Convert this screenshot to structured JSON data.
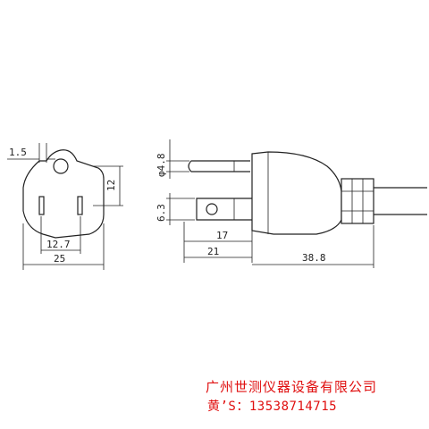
{
  "dimensions": {
    "front_flange_width": "1.5",
    "front_height": "12",
    "front_pin_spacing": "12.7",
    "front_width": "25",
    "side_round_pin": "φ4.8",
    "side_flat_pin": "6.3",
    "side_pin_length_short": "17",
    "side_pin_length_long": "21",
    "side_body_length": "38.8"
  },
  "footer": {
    "company": "广州世测仪器设备有限公司",
    "contact": "黄’S：13538714715"
  },
  "colors": {
    "line": "#222222",
    "footer_text": "#e01010"
  }
}
